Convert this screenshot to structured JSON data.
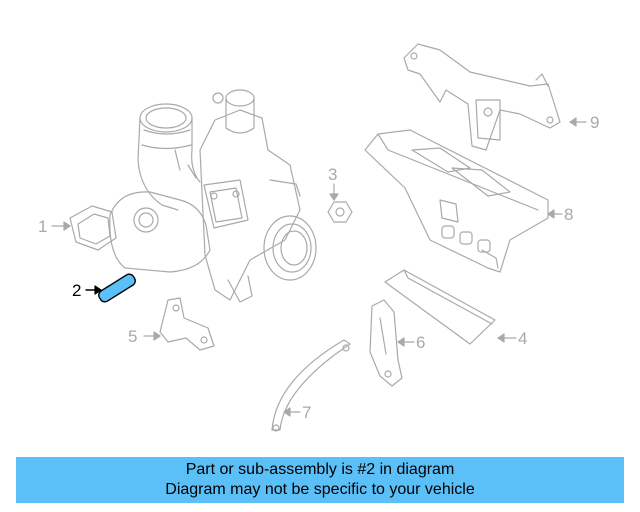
{
  "diagram": {
    "highlight_part": "2",
    "highlight_color": "#5bc0f8",
    "line_color": "#a9a9a9",
    "callouts": {
      "c1": "1",
      "c2": "2",
      "c3": "3",
      "c4": "4",
      "c5": "5",
      "c6": "6",
      "c7": "7",
      "c8": "8",
      "c9": "9"
    }
  },
  "banner": {
    "line1": "Part or sub-assembly is #2 in diagram",
    "line2": "Diagram may not be specific to your vehicle",
    "background": "#5bc0f8"
  }
}
